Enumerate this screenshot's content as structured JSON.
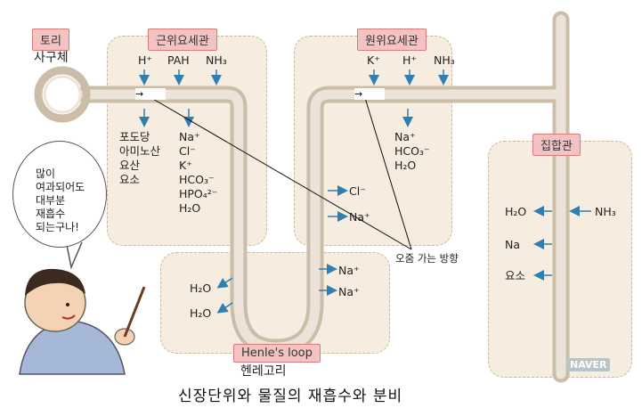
{
  "labels": {
    "glomerulus_tag": "토리",
    "glomerulus_text": "사구체",
    "proximal_tag": "근위요세관",
    "distal_tag": "원위요세관",
    "collecting_tag": "집합관",
    "henle_tag": "Henle's loop",
    "henle_text": "헨레고리",
    "direction_note": "오줌 가는 방향",
    "caption": "신장단위와 물질의 재흡수와 분비",
    "watermark": "NAVER",
    "flow_arrow_1": "→",
    "flow_arrow_2": "→"
  },
  "proximal": {
    "secretion": [
      "H⁺",
      "PAH",
      "NH₃"
    ],
    "reabsorb_organic": [
      "포도당",
      "아미노산",
      "요산",
      "요소"
    ],
    "reabsorb_ions": [
      "Na⁺",
      "Cl⁻",
      "K⁺",
      "HCO₃⁻",
      "HPO₄²⁻",
      "H₂O"
    ]
  },
  "distal": {
    "secretion": [
      "K⁺",
      "H⁺",
      "NH₃"
    ],
    "reabsorb": [
      "Na⁺",
      "HCO₃⁻",
      "H₂O"
    ],
    "ascending_out": [
      "Cl⁻",
      "Na⁺"
    ]
  },
  "henle": {
    "descending_out": [
      "H₂O",
      "H₂O"
    ],
    "ascending_out": [
      "Na⁺",
      "Na⁺"
    ]
  },
  "collecting": {
    "reabsorb": [
      "H₂O",
      "Na",
      "요소"
    ],
    "secretion": "NH₃"
  },
  "speech_bubble": [
    "많이",
    "여과되어도",
    "대부분",
    "재흡수",
    "되는구나!"
  ],
  "colors": {
    "box_fill": "#f6ecdf",
    "tag_fill": "#f3c3c3",
    "arrow": "#2f7fb0",
    "tube": "#e3d8c8"
  }
}
